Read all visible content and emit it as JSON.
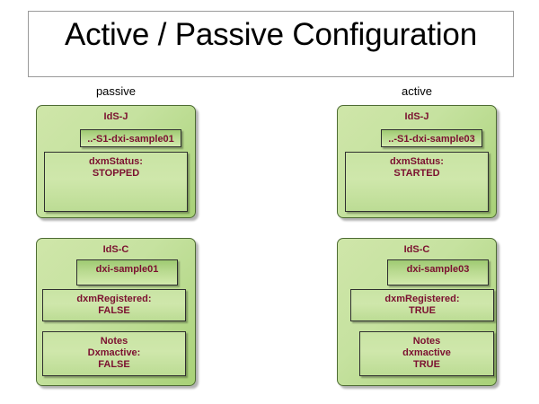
{
  "slide": {
    "title": "Active / Passive Configuration"
  },
  "colors": {
    "title_text": "#000000",
    "panel_border": "#4d6b33",
    "panel_fill_light": "#cfe6a9",
    "panel_fill_dark": "#a8d177",
    "inner_border": "#2f2f2f",
    "inner_fill_dark": "#9fca72",
    "inner_fill_light": "#d2e9ad",
    "label_text": "#7b1030",
    "header_text": "#000000"
  },
  "columns": [
    {
      "header": "passive",
      "panels": [
        {
          "title": "IdS-J",
          "chip": "..-S1-dxi-sample01",
          "boxes": [
            {
              "lines": [
                "dxmStatus:",
                "STOPPED"
              ]
            }
          ]
        },
        {
          "title": "IdS-C",
          "chip": "dxi-sample01",
          "boxes": [
            {
              "lines": [
                "dxmRegistered:",
                "FALSE"
              ]
            },
            {
              "lines": [
                "Notes",
                "Dxmactive:",
                "FALSE"
              ]
            }
          ]
        }
      ]
    },
    {
      "header": "active",
      "panels": [
        {
          "title": "IdS-J",
          "chip": "..-S1-dxi-sample03",
          "boxes": [
            {
              "lines": [
                "dxmStatus:",
                "STARTED"
              ]
            }
          ]
        },
        {
          "title": "IdS-C",
          "chip": "dxi-sample03",
          "boxes": [
            {
              "lines": [
                "dxmRegistered:",
                "TRUE"
              ]
            },
            {
              "lines": [
                "Notes",
                "dxmactive",
                "TRUE"
              ]
            }
          ]
        }
      ]
    }
  ]
}
